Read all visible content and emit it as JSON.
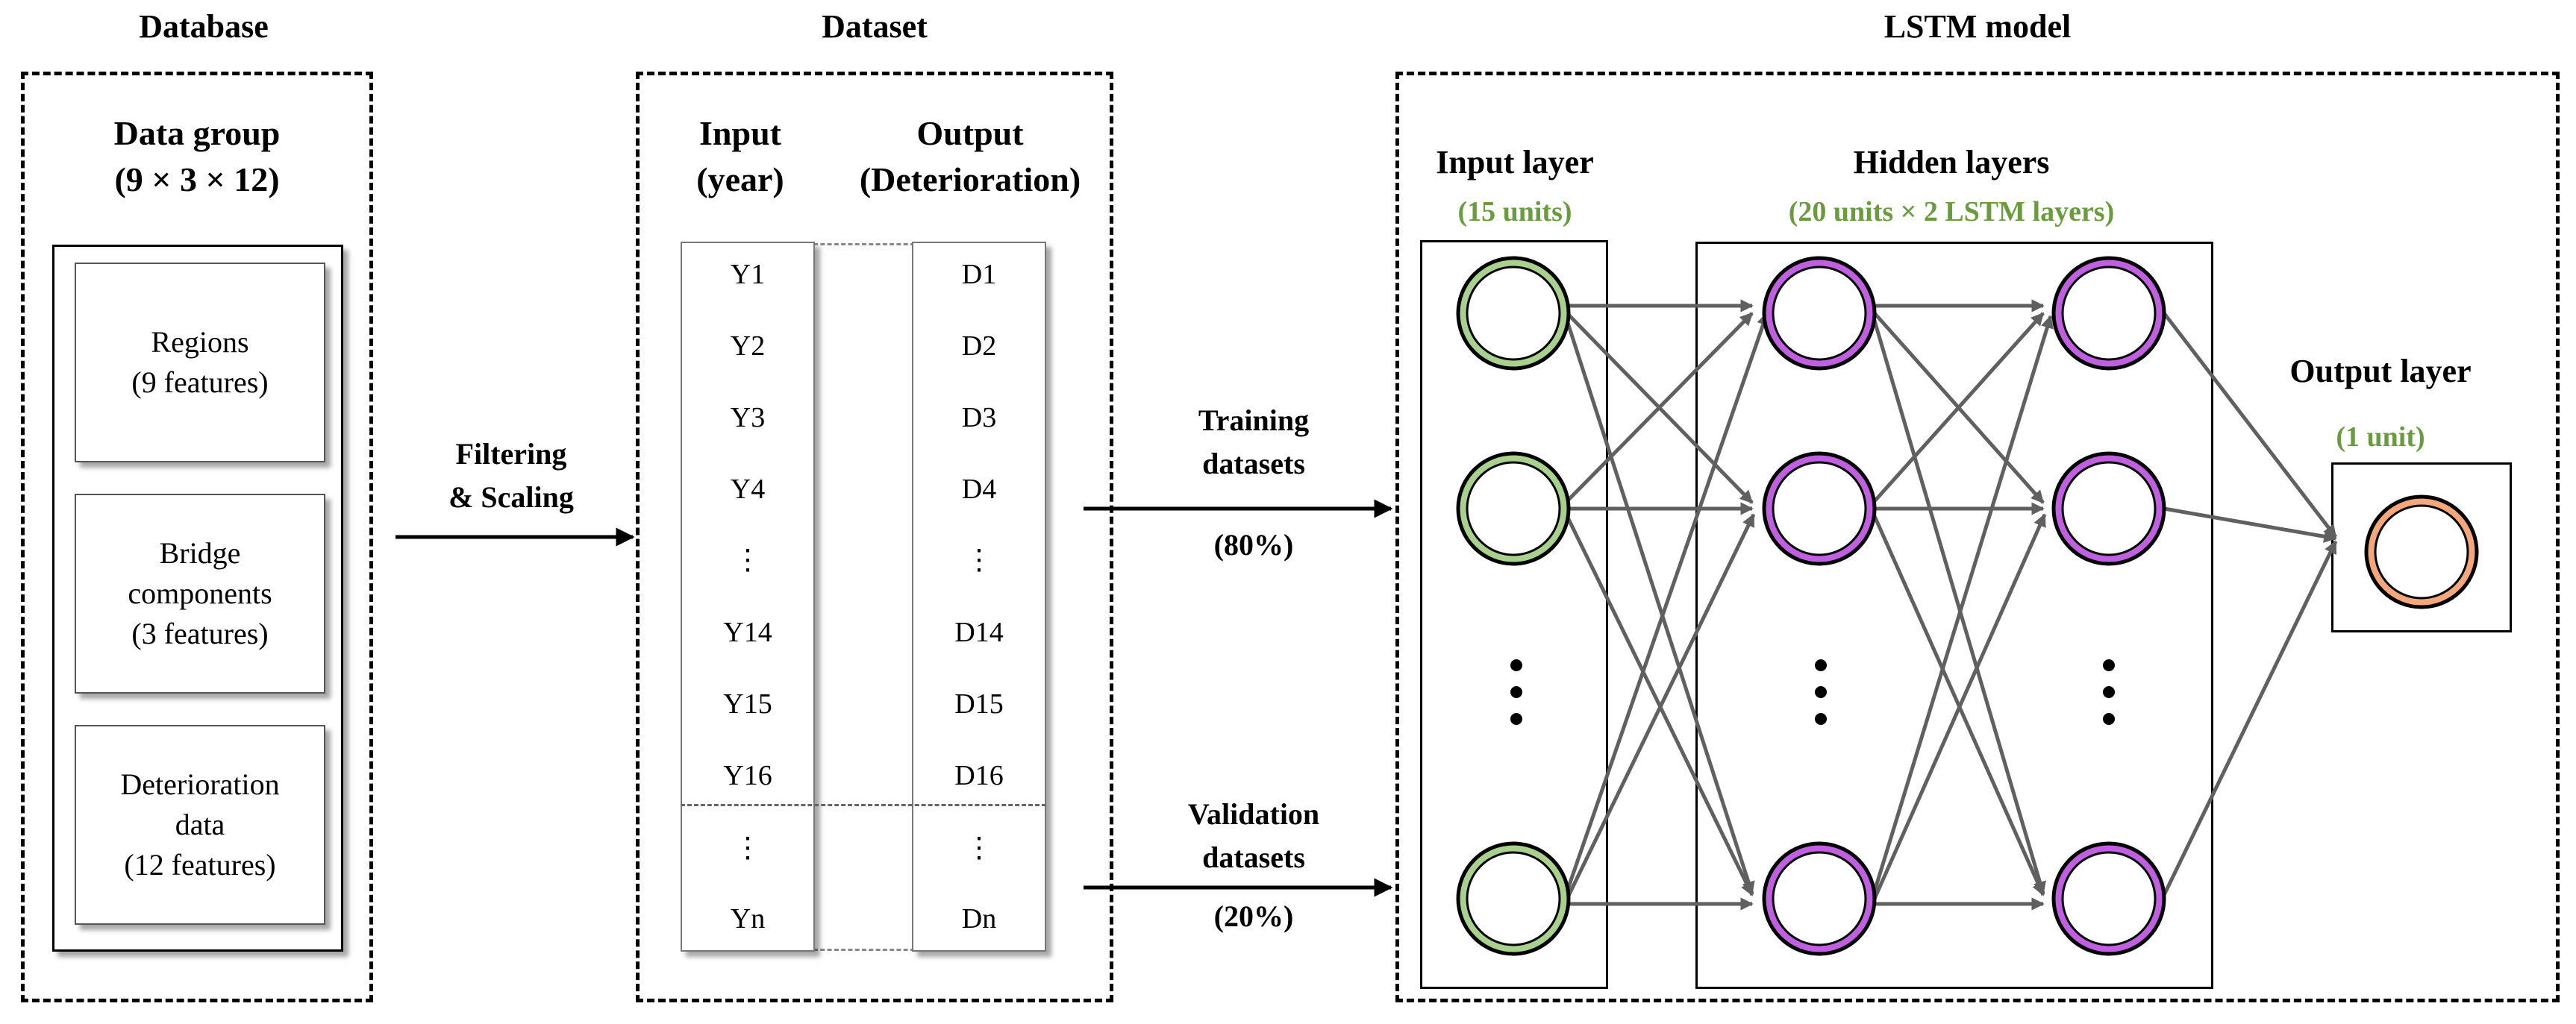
{
  "database": {
    "title": "Database",
    "group_title_line1": "Data group",
    "group_title_line2": "(9 × 3 × 12)",
    "features": [
      {
        "lines": [
          "Regions",
          "(9 features)"
        ]
      },
      {
        "lines": [
          "Bridge",
          "components",
          "(3 features)"
        ]
      },
      {
        "lines": [
          "Deterioration",
          "data",
          "(12 features)"
        ]
      }
    ]
  },
  "processing": {
    "line1": "Filtering",
    "line2": "& Scaling"
  },
  "dataset": {
    "title": "Dataset",
    "input_header_line1": "Input",
    "input_header_line2": "(year)",
    "output_header_line1": "Output",
    "output_header_line2": "(Deterioration)",
    "inputs": [
      "Y1",
      "Y2",
      "Y3",
      "Y4",
      "⋮",
      "Y14",
      "Y15",
      "Y16",
      "⋮",
      "Yn"
    ],
    "outputs": [
      "D1",
      "D2",
      "D3",
      "D4",
      "⋮",
      "D14",
      "D15",
      "D16",
      "⋮",
      "Dn"
    ]
  },
  "split": {
    "training_line1": "Training",
    "training_line2": "datasets",
    "training_pct": "(80%)",
    "validation_line1": "Validation",
    "validation_line2": "datasets",
    "validation_pct": "(20%)"
  },
  "model": {
    "title": "LSTM model",
    "input_layer": {
      "title": "Input layer",
      "units": "(15 units)"
    },
    "hidden_layers": {
      "title": "Hidden layers",
      "units": "(20 units × 2 LSTM layers)"
    },
    "output_layer": {
      "title": "Output layer",
      "units": "(1 unit)"
    }
  },
  "colors": {
    "input_node": "#a9d18e",
    "hidden_node": "#c060e0",
    "output_node": "#f4a77a",
    "units_text": "#6a9b3f",
    "connection": "#606060"
  }
}
